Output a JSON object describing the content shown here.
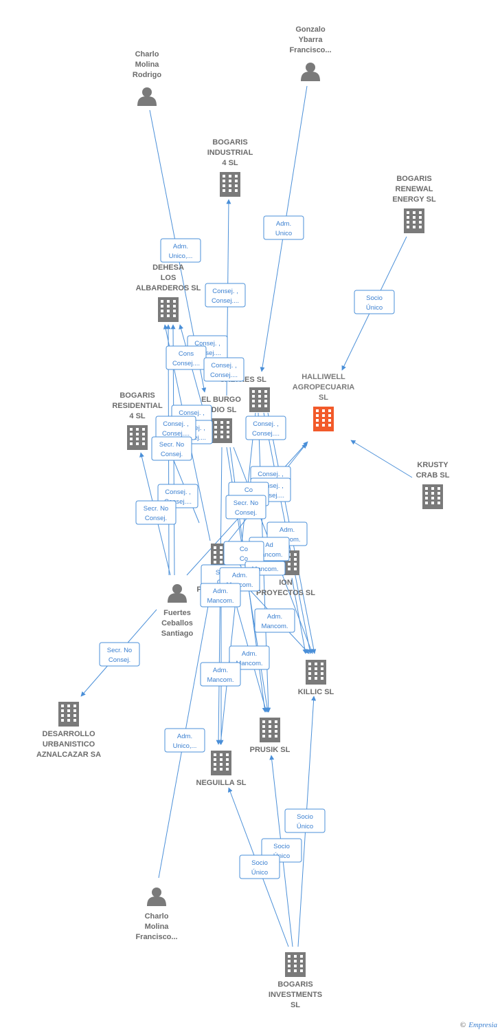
{
  "colors": {
    "edge": "#4a8fd8",
    "company": "#7a7a7a",
    "person": "#7a7a7a",
    "focus": "#f25a2a"
  },
  "watermark": {
    "symbol": "©",
    "brand": "Empresia"
  },
  "nodes": [
    {
      "id": "charlo_rodrigo",
      "type": "person",
      "lines": [
        "Charlo",
        "Molina",
        "Rodrigo"
      ]
    },
    {
      "id": "gonzalo",
      "type": "person",
      "lines": [
        "Gonzalo",
        "Ybarra",
        "Francisco..."
      ]
    },
    {
      "id": "bog_ind4",
      "type": "company",
      "lines": [
        "BOGARIS",
        "INDUSTRIAL",
        "4 SL"
      ]
    },
    {
      "id": "bog_renew",
      "type": "company",
      "lines": [
        "BOGARIS",
        "RENEWAL",
        "ENERGY  SL"
      ]
    },
    {
      "id": "dehesa",
      "type": "company",
      "lines": [
        "DEHESA",
        "LOS",
        "ALBARDEROS SL"
      ]
    },
    {
      "id": "halliwell",
      "type": "focus",
      "lines": [
        "HALLIWELL",
        "AGROPECUARIA",
        "SL"
      ]
    },
    {
      "id": "saltres",
      "type": "company",
      "lines": [
        "SALTRES SL"
      ]
    },
    {
      "id": "elburgo",
      "type": "company",
      "lines": [
        "EL BURGO",
        "UDIO SL"
      ]
    },
    {
      "id": "bog_res4",
      "type": "company",
      "lines": [
        "BOGARIS",
        "RESIDENTIAL",
        "4 SL"
      ]
    },
    {
      "id": "krusty",
      "type": "company",
      "lines": [
        "KRUSTY",
        "CRAB  SL"
      ]
    },
    {
      "id": "p_comp",
      "type": "company",
      "lines": [
        "P"
      ]
    },
    {
      "id": "ion",
      "type": "company",
      "lines": [
        "ION",
        "PROYECTOS SL"
      ]
    },
    {
      "id": "fuertes",
      "type": "person",
      "lines": [
        "Fuertes",
        "Ceballos",
        "Santiago"
      ]
    },
    {
      "id": "killic",
      "type": "company",
      "lines": [
        "KILLIC SL"
      ]
    },
    {
      "id": "desarrollo",
      "type": "company",
      "lines": [
        "DESARROLLO",
        "URBANISTICO",
        "AZNALCAZAR SA"
      ]
    },
    {
      "id": "prusik",
      "type": "company",
      "lines": [
        "PRUSIK SL"
      ]
    },
    {
      "id": "neguilla",
      "type": "company",
      "lines": [
        "NEGUILLA SL"
      ]
    },
    {
      "id": "charlo_fran",
      "type": "person",
      "lines": [
        "Charlo",
        "Molina",
        "Francisco..."
      ]
    },
    {
      "id": "bog_inv",
      "type": "company",
      "lines": [
        "BOGARIS",
        "INVESTMENTS",
        "SL"
      ]
    }
  ],
  "relations": [
    {
      "lines": [
        "Adm.",
        "Unico,..."
      ]
    },
    {
      "lines": [
        "Adm.",
        "Unico"
      ]
    },
    {
      "lines": [
        "Consej. ,",
        "Consej...."
      ]
    },
    {
      "lines": [
        "Socio",
        "Único"
      ]
    },
    {
      "lines": [
        "Consej. ,",
        "Consej...."
      ]
    },
    {
      "lines": [
        "Cons",
        "Consej...."
      ]
    },
    {
      "lines": [
        "Consej. ,",
        "Consej...."
      ]
    },
    {
      "lines": [
        "Consej. ,",
        "Consej...."
      ]
    },
    {
      "lines": [
        "Consej. ,",
        "Consej...."
      ]
    },
    {
      "lines": [
        "Consej. ,",
        "Consej...."
      ]
    },
    {
      "lines": [
        "Secr.  No",
        "Consej."
      ]
    },
    {
      "lines": [
        "Consej. ,",
        "Consej...."
      ]
    },
    {
      "lines": [
        "Consej. ,",
        "Consej...."
      ]
    },
    {
      "lines": [
        "Consej. ,",
        "Consej...."
      ]
    },
    {
      "lines": [
        "Co",
        "Co"
      ]
    },
    {
      "lines": [
        "Secr.  No",
        "Consej."
      ]
    },
    {
      "lines": [
        "Consej. ,",
        "Consej...."
      ]
    },
    {
      "lines": [
        "Secr.  No",
        "Consej."
      ]
    },
    {
      "lines": [
        "Adm.",
        "Mancom."
      ]
    },
    {
      "lines": [
        "Ad",
        "Mancom."
      ]
    },
    {
      "lines": [
        "Co",
        "Co"
      ]
    },
    {
      "lines": [
        "Mancom."
      ]
    },
    {
      "lines": [
        "Sec",
        "Co"
      ]
    },
    {
      "lines": [
        "Adm.",
        "Mancom."
      ]
    },
    {
      "lines": [
        "Adm.",
        "Mancom."
      ]
    },
    {
      "lines": [
        "Adm.",
        "Mancom."
      ]
    },
    {
      "lines": [
        "Secr.  No",
        "Consej."
      ]
    },
    {
      "lines": [
        "Adm.",
        "Mancom."
      ]
    },
    {
      "lines": [
        "Adm.",
        "Mancom."
      ]
    },
    {
      "lines": [
        "Adm.",
        "Unico,..."
      ]
    },
    {
      "lines": [
        "Socio",
        "Único"
      ]
    },
    {
      "lines": [
        "Socio",
        "Único"
      ]
    },
    {
      "lines": [
        "Socio",
        "Único"
      ]
    }
  ]
}
